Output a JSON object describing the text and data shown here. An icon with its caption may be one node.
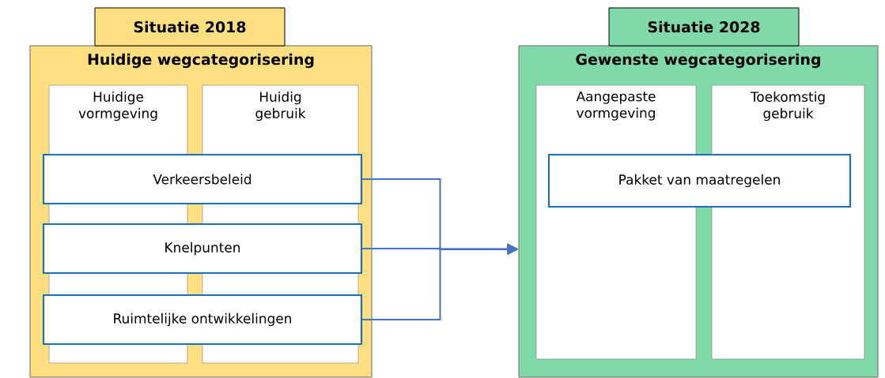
{
  "diagram": {
    "nodes": [
      {
        "text": [
          "Situatie 2018"
        ]
      },
      {
        "text": [
          "Huidige wegcategorisering"
        ]
      },
      {
        "text": [
          "Huidige vormgeving"
        ],
        "in": 1
      },
      {
        "text": [
          "Huidig gebruik"
        ],
        "in": 1
      },
      {
        "text": [
          "Verkeersbeleid"
        ],
        "in": 1
      },
      {
        "text": [
          "Knelpunten"
        ],
        "in": 1
      },
      {
        "text": [
          "Ruimtelijke ontwikkelingen"
        ],
        "in": 1
      },
      {
        "text": [
          "Situatie 2028"
        ]
      },
      {
        "text": [
          "Gewenste wegcategorisering"
        ]
      },
      {
        "text": [
          "Aangepaste vormgeving"
        ],
        "in": 8
      },
      {
        "text": [
          "Toekomstig gebruik"
        ],
        "in": 8
      },
      {
        "text": [
          "Pakket van maatregelen"
        ],
        "in": 8
      }
    ],
    "edges": [
      {
        "from": 4,
        "to": 8,
        "arrow": "to"
      },
      {
        "from": 5,
        "to": 8,
        "arrow": "to"
      },
      {
        "from": 6,
        "to": 8,
        "arrow": "to"
      }
    ]
  }
}
